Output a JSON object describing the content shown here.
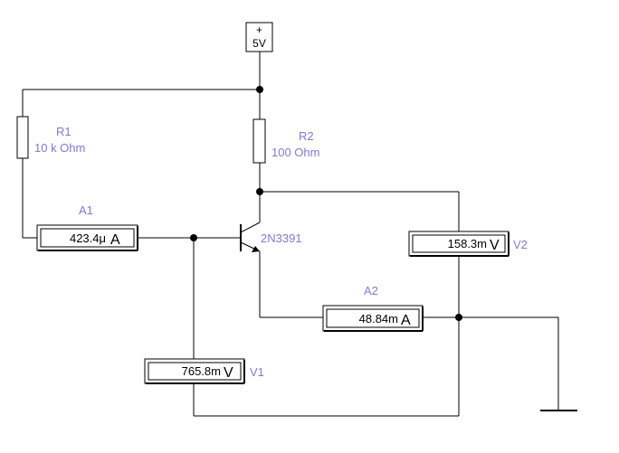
{
  "source": {
    "symbol": "+",
    "voltage": "5V"
  },
  "resistors": [
    {
      "name": "R1",
      "value": "10 k Ohm"
    },
    {
      "name": "R2",
      "value": "100  Ohm"
    }
  ],
  "transistor": {
    "model": "2N3391"
  },
  "meters": {
    "A1": {
      "name": "A1",
      "value": "423.4μ",
      "unit": "A"
    },
    "A2": {
      "name": "A2",
      "value": "48.84m",
      "unit": "A"
    },
    "V1": {
      "name": "V1",
      "value": "765.8m",
      "unit": "V"
    },
    "V2": {
      "name": "V2",
      "value": "158.3m",
      "unit": "V"
    }
  },
  "colors": {
    "label": "#7b7bd9",
    "wire": "#000000"
  }
}
